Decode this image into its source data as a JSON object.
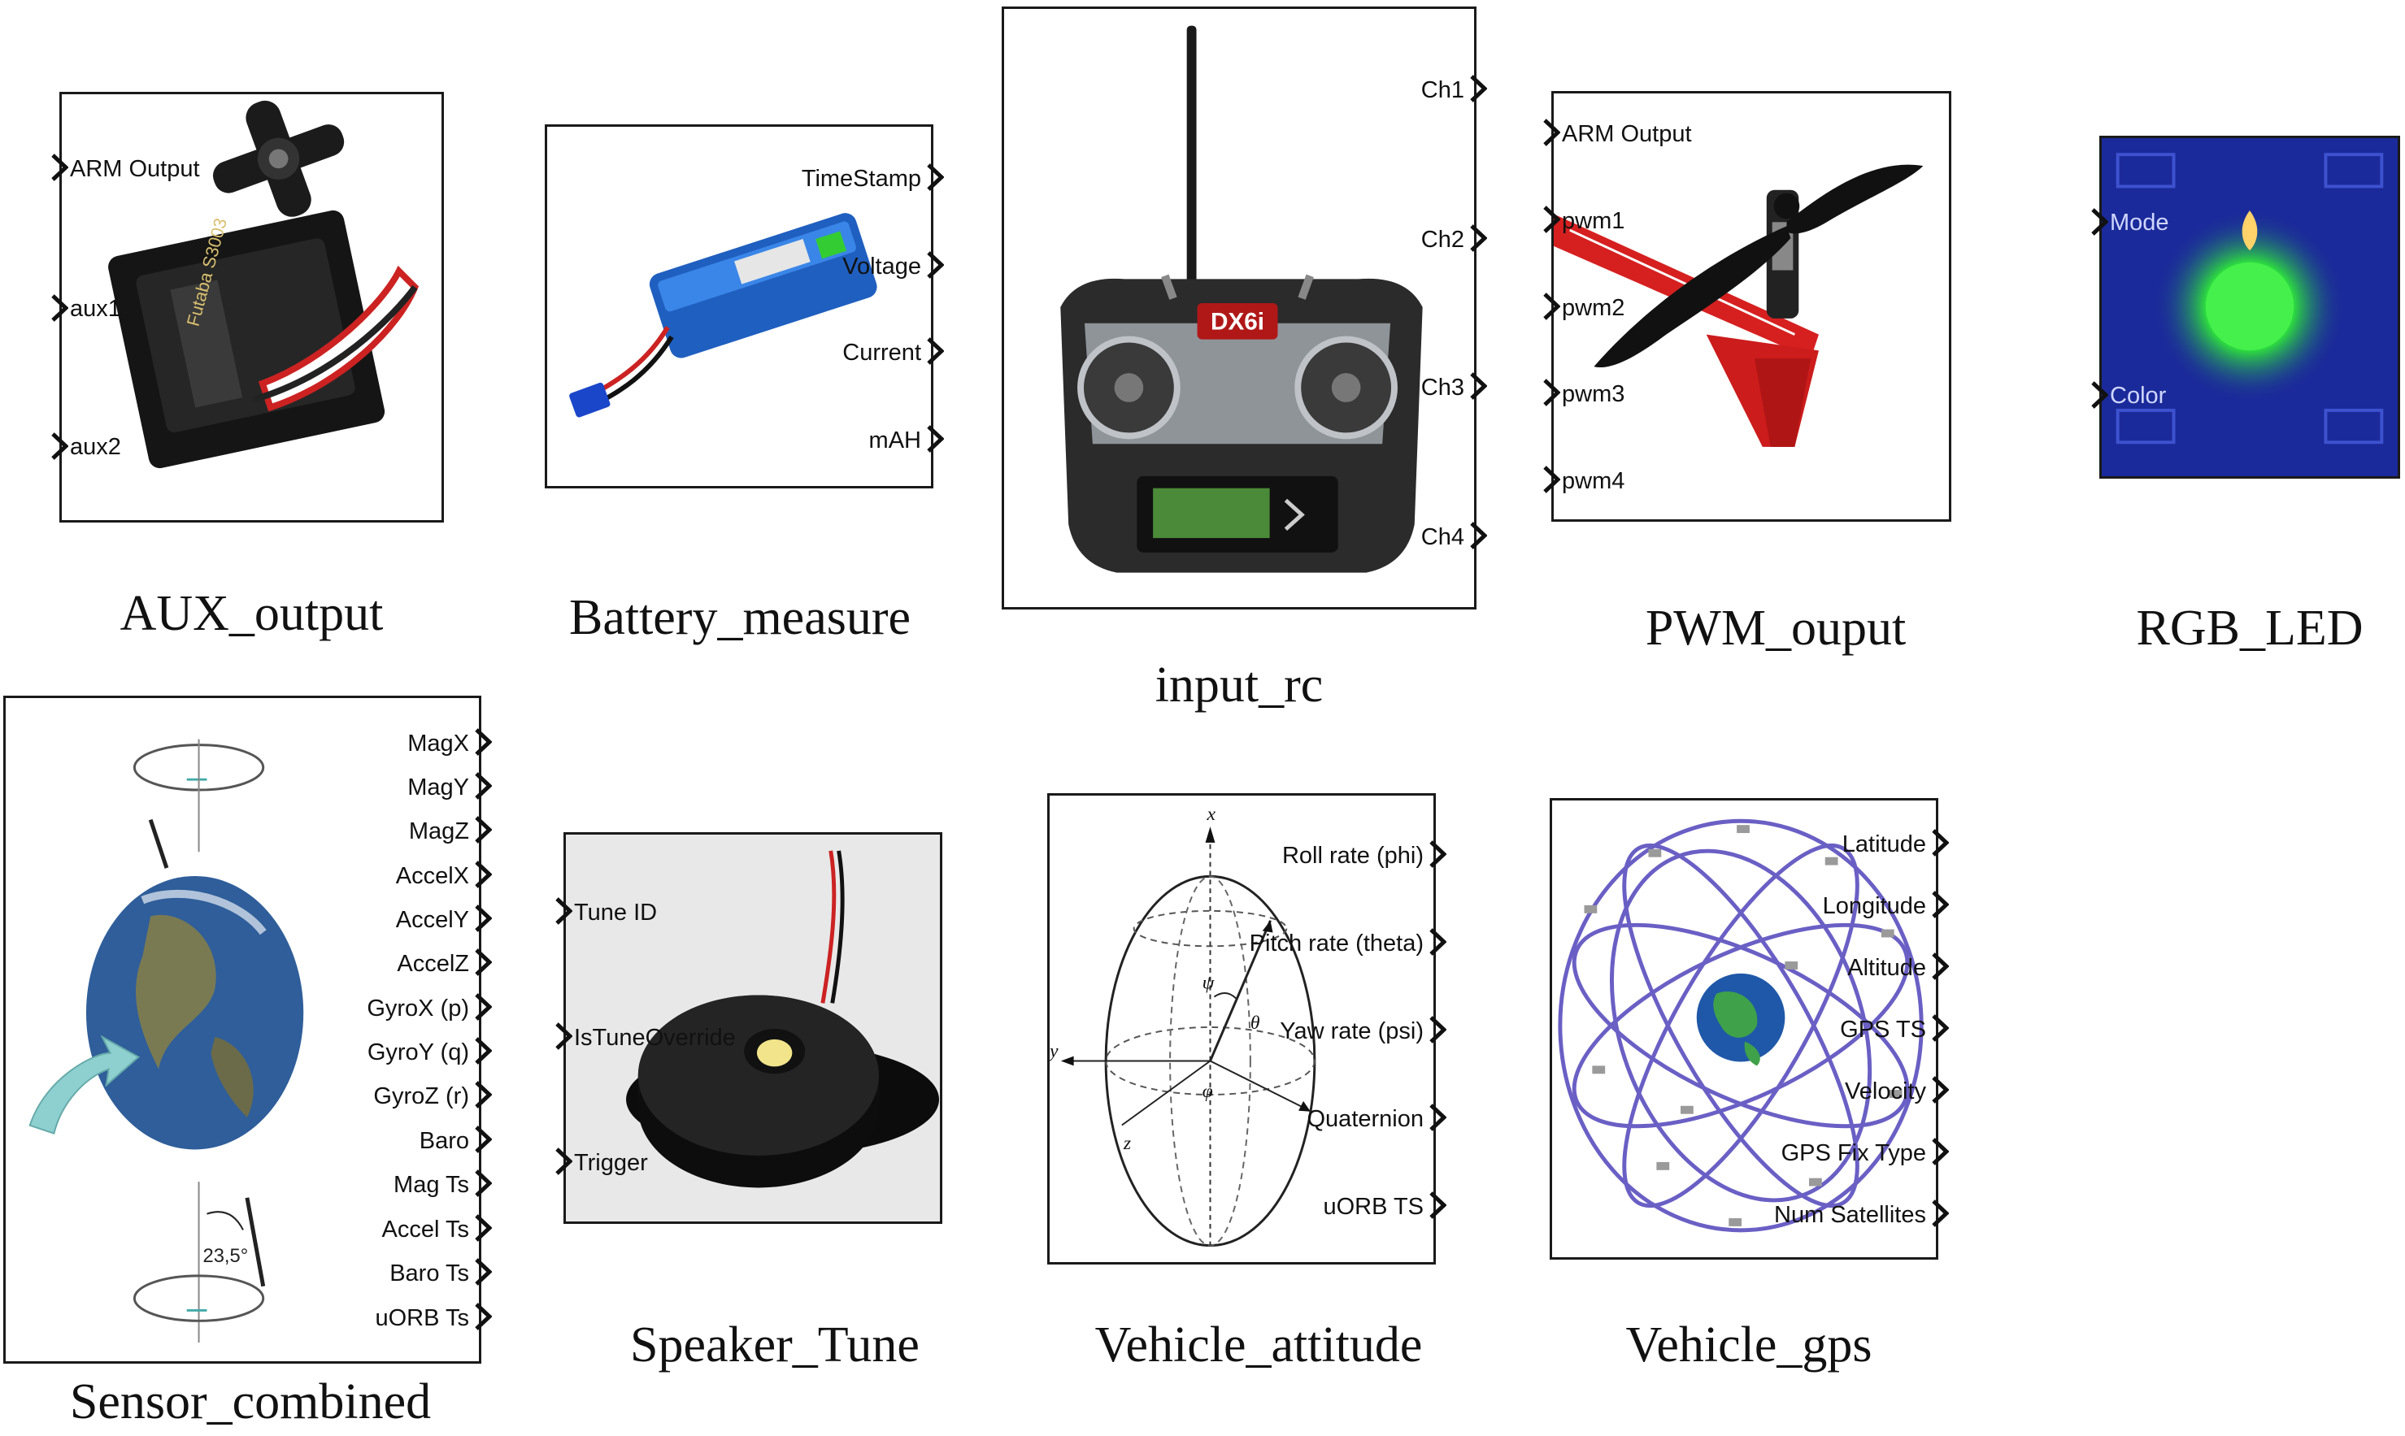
{
  "blocks": {
    "aux_output": {
      "caption": "AUX_output",
      "inputs": [
        "ARM Output",
        "aux1",
        "aux2"
      ],
      "outputs": [],
      "image_label": "Futaba S3003"
    },
    "battery_measure": {
      "caption": "Battery_measure",
      "inputs": [],
      "outputs": [
        "TimeStamp",
        "Voltage",
        "Current",
        "mAH"
      ]
    },
    "input_rc": {
      "caption": "input_rc",
      "inputs": [],
      "outputs": [
        "Ch1",
        "Ch2",
        "Ch3",
        "Ch4"
      ],
      "image_label": "DX6i"
    },
    "pwm_output": {
      "caption": "PWM_ouput",
      "inputs": [
        "ARM Output",
        "pwm1",
        "pwm2",
        "pwm3",
        "pwm4"
      ],
      "outputs": []
    },
    "rgb_led": {
      "caption": "RGB_LED",
      "inputs": [
        "Mode",
        "Color"
      ],
      "outputs": []
    },
    "sensor_combined": {
      "caption": "Sensor_combined",
      "inputs": [],
      "outputs": [
        "MagX",
        "MagY",
        "MagZ",
        "AccelX",
        "AccelY",
        "AccelZ",
        "GyroX (p)",
        "GyroY (q)",
        "GyroZ (r)",
        "Baro",
        "Mag Ts",
        "Accel Ts",
        "Baro Ts",
        "uORB Ts"
      ],
      "image_label": "23,5°"
    },
    "speaker_tune": {
      "caption": "Speaker_Tune",
      "inputs": [
        "Tune ID",
        "IsTuneOverride",
        "Trigger"
      ],
      "outputs": []
    },
    "vehicle_attitude": {
      "caption": "Vehicle_attitude",
      "inputs": [],
      "outputs": [
        "Roll rate (phi)",
        "Pitch rate (theta)",
        "Yaw rate (psi)",
        "Quaternion",
        "uORB TS"
      ],
      "axis_labels": [
        "x",
        "y",
        "z",
        "ψ",
        "θ",
        "φ"
      ]
    },
    "vehicle_gps": {
      "caption": "Vehicle_gps",
      "inputs": [],
      "outputs": [
        "Latitude",
        "Longitude",
        "Altitude",
        "GPS TS",
        "Velocity",
        "GPS Fix Type",
        "Num Satellites"
      ]
    }
  },
  "colors": {
    "border": "#1a1a1a",
    "orbit": "#6a5fc4",
    "led_bg": "#1b2a9a",
    "led_glow": "#3cff4a",
    "frame_red": "#d62020",
    "battery_blue": "#1f5fbf"
  }
}
